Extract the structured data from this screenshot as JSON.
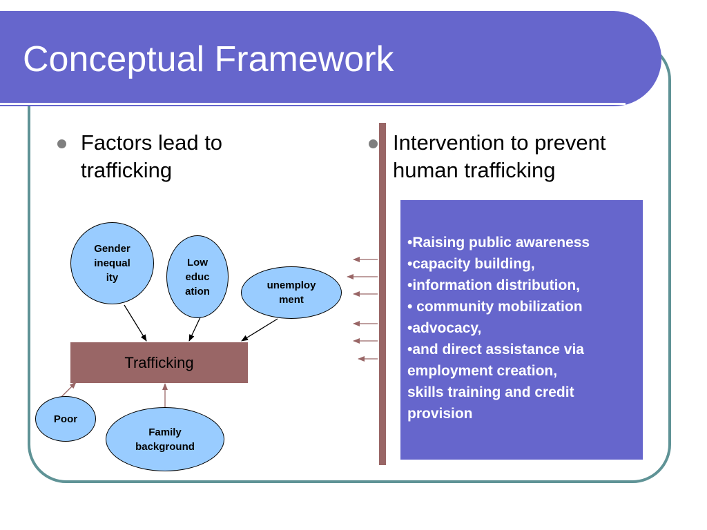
{
  "slide": {
    "title": "Conceptual Framework"
  },
  "left_column": {
    "heading": "Factors lead to\ntrafficking",
    "heading_line1": "Factors lead to",
    "heading_line2": "trafficking"
  },
  "right_column": {
    "heading_line1": "Intervention to prevent",
    "heading_line2": "human trafficking"
  },
  "diagram": {
    "factors": {
      "gender_inequality": "Gender\ninequal\nity",
      "low_education": "Low\neduc\nation",
      "unemployment": "unemploy\nment",
      "poor": "Poor",
      "family_background": "Family\nbackground"
    },
    "center": "Trafficking"
  },
  "interventions": [
    "•Raising public awareness",
    "•capacity building,",
    "•information distribution,",
    "• community mobilization",
    "•advocacy,",
    "•and direct assistance via\nemployment creation,\nskills training and credit\nprovision"
  ],
  "colors": {
    "title_bar": "#6666cc",
    "frame_border": "#5f9396",
    "bubble_fill": "#99ccff",
    "trafficking_box": "#996666",
    "divider": "#996666",
    "intervention_box": "#6666cc"
  }
}
